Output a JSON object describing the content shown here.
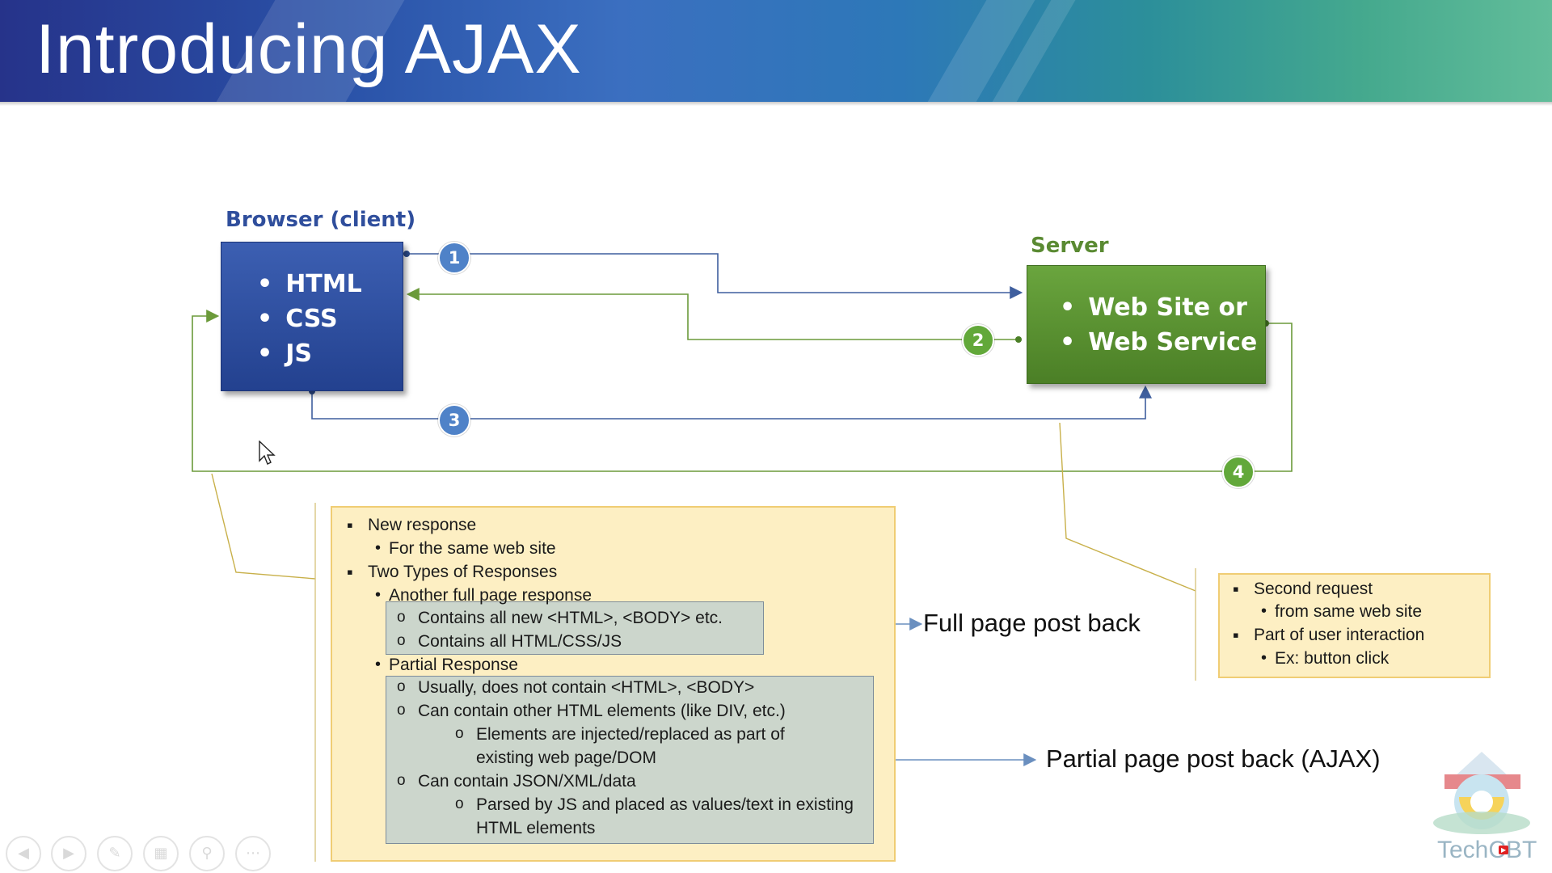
{
  "header": {
    "title": "Introducing AJAX"
  },
  "diagram": {
    "browser": {
      "label": "Browser (client)",
      "items": [
        "HTML",
        "CSS",
        "JS"
      ],
      "color": "#2f4e9c"
    },
    "server": {
      "label": "Server",
      "items": [
        "Web Site or",
        "Web Service"
      ],
      "color": "#5a8a32"
    },
    "steps": [
      "1",
      "2",
      "3",
      "4"
    ]
  },
  "note_main": {
    "b1": "New response",
    "b1_sub": "For the same web site",
    "b2": "Two Types of Responses",
    "full": "Another full page response",
    "full_items": [
      "Contains all new <HTML>, <BODY> etc.",
      "Contains all HTML/CSS/JS"
    ],
    "partial": "Partial Response",
    "partial_items": [
      "Usually, does not contain <HTML>, <BODY>",
      "Can contain other HTML elements (like DIV, etc.)",
      "Elements are injected/replaced as part of",
      "existing web page/DOM",
      "Can contain JSON/XML/data",
      "Parsed by JS and placed as values/text in existing",
      "HTML elements"
    ]
  },
  "note_side": {
    "b1": "Second request",
    "b1_sub": "from same web site",
    "b2": "Part of user interaction",
    "b2_sub": "Ex: button click"
  },
  "outcomes": {
    "full": "Full page post back",
    "partial": "Partial page post back (AJAX)"
  },
  "logo": {
    "brand": "TechCBT"
  }
}
